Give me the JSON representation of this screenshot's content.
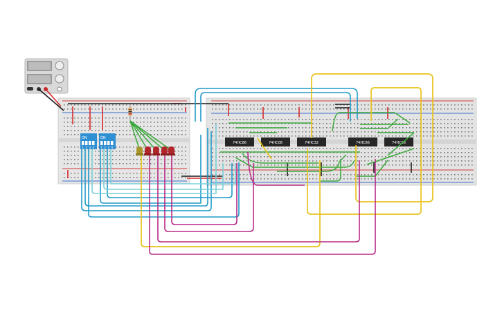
{
  "canvas": {
    "background": "#ffffff"
  },
  "power_supply": {
    "icon": "power-supply-icon",
    "terminals": [
      "black",
      "red",
      "white"
    ]
  },
  "breadboards": [
    {
      "name": "small-breadboard",
      "color": "#e6e6e6"
    },
    {
      "name": "large-breadboard",
      "color": "#e3e3e3"
    }
  ],
  "dip_switches": [
    {
      "on_label": "ON",
      "positions": [
        "1",
        "2",
        "3",
        "4"
      ],
      "color": "#2f8fd3"
    },
    {
      "on_label": "ON",
      "positions": [
        "1",
        "2",
        "3",
        "4"
      ],
      "color": "#2f8fd3"
    }
  ],
  "leds": [
    {
      "color": "#a8962a"
    },
    {
      "color": "#b0262a"
    },
    {
      "color": "#b0262a"
    },
    {
      "color": "#b0262a"
    },
    {
      "color": "#b0262a"
    }
  ],
  "chips": [
    {
      "label": "74HC86"
    },
    {
      "label": "74HC08"
    },
    {
      "label": "74HC32"
    },
    {
      "label": "74HC86"
    },
    {
      "label": "74HC08"
    }
  ],
  "wire_colors": {
    "red": "#d42a2a",
    "black": "#1a1a1a",
    "blue": "#1e9ac8",
    "light_blue": "#7ad0d8",
    "green": "#3aa83a",
    "yellow": "#e8c21a",
    "magenta": "#b82a86"
  }
}
